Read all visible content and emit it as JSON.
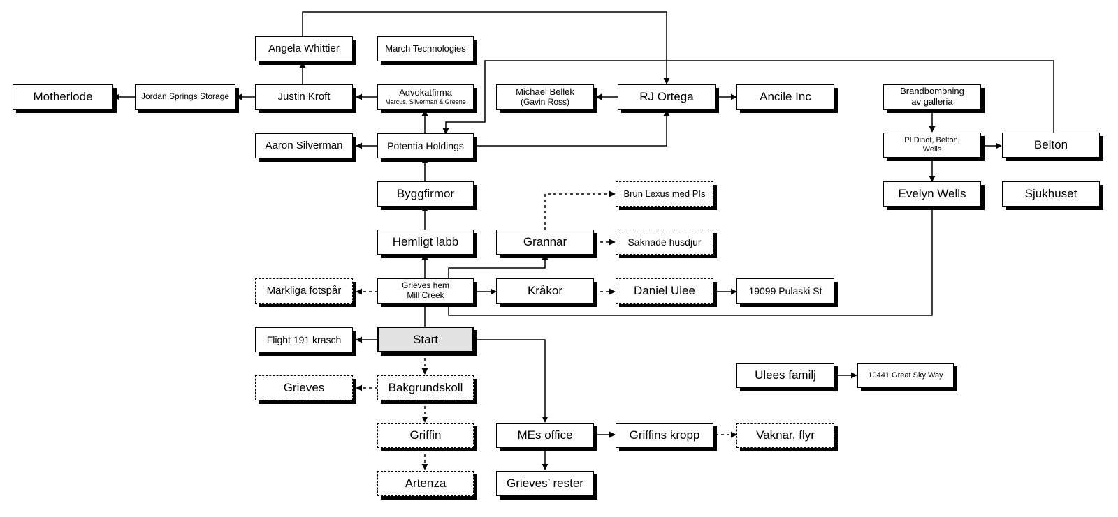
{
  "nodes": {
    "angela_whittier": "Angela Whittier",
    "march_technologies": "March Technologies",
    "motherlode": "Motherlode",
    "jordan_springs_storage": "Jordan Springs Storage",
    "justin_kroft": "Justin Kroft",
    "advokatfirma": "Advokatfirma",
    "advokatfirma_sub": "Marcus, Silverman & Greene",
    "michael_bellek": "Michael Bellek",
    "michael_bellek_sub": "(Gavin Ross)",
    "rj_ortega": "RJ Ortega",
    "ancile_inc": "Ancile Inc",
    "brandbombning": "Brandbombning",
    "brandbombning_sub": "av galleria",
    "aaron_silverman": "Aaron Silverman",
    "potentia_holdings": "Potentia Holdings",
    "pi_dinot": "PI Dinot, Belton,",
    "pi_dinot_sub": "Wells",
    "belton": "Belton",
    "byggfirmor": "Byggfirmor",
    "brun_lexus": "Brun Lexus med PIs",
    "evelyn_wells": "Evelyn Wells",
    "sjukhuset": "Sjukhuset",
    "hemligt_labb": "Hemligt labb",
    "grannar": "Grannar",
    "saknade_husdjur": "Saknade husdjur",
    "markliga_fotspar": "Märkliga fotspår",
    "grieves_hem": "Grieves hem",
    "grieves_hem_sub": "Mill Creek",
    "krakor": "Kråkor",
    "daniel_ulee": "Daniel Ulee",
    "pulaski": "19099 Pulaski St",
    "flight_191": "Flight 191 krasch",
    "start": "Start",
    "grieves": "Grieves",
    "bakgrundskoll": "Bakgrundskoll",
    "ulees_familj": "Ulees familj",
    "great_sky_way": "10441 Great Sky Way",
    "griffin": "Griffin",
    "mes_office": "MEs office",
    "griffins_kropp": "Griffins kropp",
    "vaknar_flyr": "Vaknar, flyr",
    "artenza": "Artenza",
    "grieves_rester": "Grieves’ rester"
  },
  "colors": {
    "line": "#000000",
    "start_fill": "#e2e2e2",
    "box_fill": "#ffffff"
  }
}
